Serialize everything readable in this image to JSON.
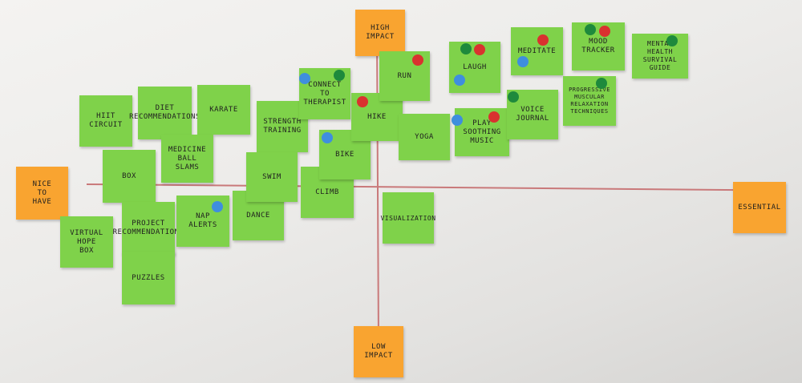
{
  "axis_labels": {
    "high": "HIGH\nIMPACT",
    "low": "LOW\nIMPACT",
    "left": "NICE\nTO\nHAVE",
    "right": "ESSENTIAL"
  },
  "notes": {
    "hiit": "HIIT\nCIRCUIT",
    "diet": "DIET\nRECOMMENDATIONS",
    "karate": "KARATE",
    "box": "BOX",
    "medicine": "MEDICINE\nBALL\nSLAMS",
    "virtual": "VIRTUAL\nHOPE\nBOX",
    "project": "PROJECT\nRECOMMENDATIONS",
    "puzzles": "PUZZLES",
    "nap": "NAP\nALERTS",
    "dance": "DANCE",
    "strength": "STRENGTH\nTRAINING",
    "swim": "SWIM",
    "climb": "CLIMB",
    "bike": "BIKE",
    "therapist": "CONNECT\nTO\nTHERAPIST",
    "hike": "HIKE",
    "run": "RUN",
    "yoga": "YOGA",
    "visualization": "VISUALIZATION",
    "laugh": "LAUGH",
    "play": "PLAY\nSOOTHING\nMUSIC",
    "meditate": "MEDITATE",
    "voice": "VOICE\nJOURNAL",
    "mood": "MOOD\nTRACKER",
    "pmr": "PROGRESSIVE\nMUSCULAR\nRELAXATION\nTECHNIQUES",
    "mental": "MENTAL\nHEALTH\nSURVIVAL\nGUIDE"
  },
  "dot_colors": {
    "green": "#1e8a3c",
    "red": "#d9322f",
    "blue": "#3f8ede"
  }
}
